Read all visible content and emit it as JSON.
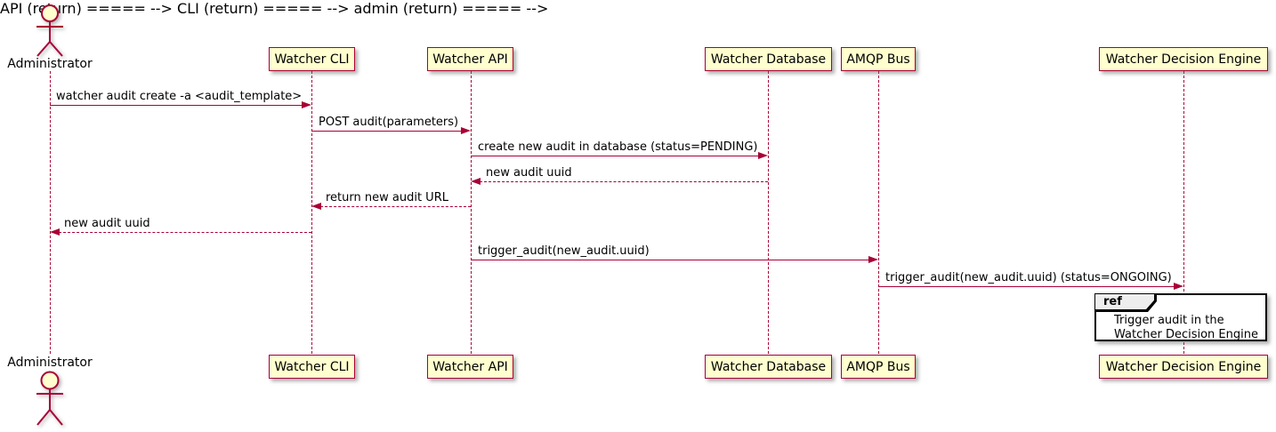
{
  "actor": {
    "name": "Administrator"
  },
  "participants": [
    {
      "label": "Watcher CLI"
    },
    {
      "label": "Watcher API"
    },
    {
      "label": "Watcher Database"
    },
    {
      "label": "AMQP Bus"
    },
    {
      "label": "Watcher Decision Engine"
    }
  ],
  "messages": [
    {
      "from": "Administrator",
      "to": "Watcher CLI",
      "label": "watcher audit create -a <audit_template>",
      "line": "solid"
    },
    {
      "from": "Watcher CLI",
      "to": "Watcher API",
      "label": "POST audit(parameters)",
      "line": "solid"
    },
    {
      "from": "Watcher API",
      "to": "Watcher Database",
      "label": "create new audit in database (status=PENDING)",
      "line": "solid"
    },
    {
      "from": "Watcher Database",
      "to": "Watcher API",
      "label": "new audit uuid",
      "line": "dashed"
    },
    {
      "from": "Watcher API",
      "to": "Watcher CLI",
      "label": "return new audit URL",
      "line": "dashed"
    },
    {
      "from": "Watcher CLI",
      "to": "Administrator",
      "label": "new audit uuid",
      "line": "dashed"
    },
    {
      "from": "Watcher API",
      "to": "AMQP Bus",
      "label": "trigger_audit(new_audit.uuid)",
      "line": "solid"
    },
    {
      "from": "AMQP Bus",
      "to": "Watcher Decision Engine",
      "label": "trigger_audit(new_audit.uuid) (status=ONGOING)",
      "line": "solid"
    }
  ],
  "ref": {
    "keyword": "ref",
    "line1": "Trigger audit in the",
    "line2": "Watcher Decision Engine"
  },
  "colors": {
    "participant_fill": "#FEFECE",
    "line_and_border": "#A80036",
    "text": "#000000",
    "ref_header_fill": "#EEEEEE",
    "ref_border": "#000000",
    "background": "#FFFFFF"
  }
}
